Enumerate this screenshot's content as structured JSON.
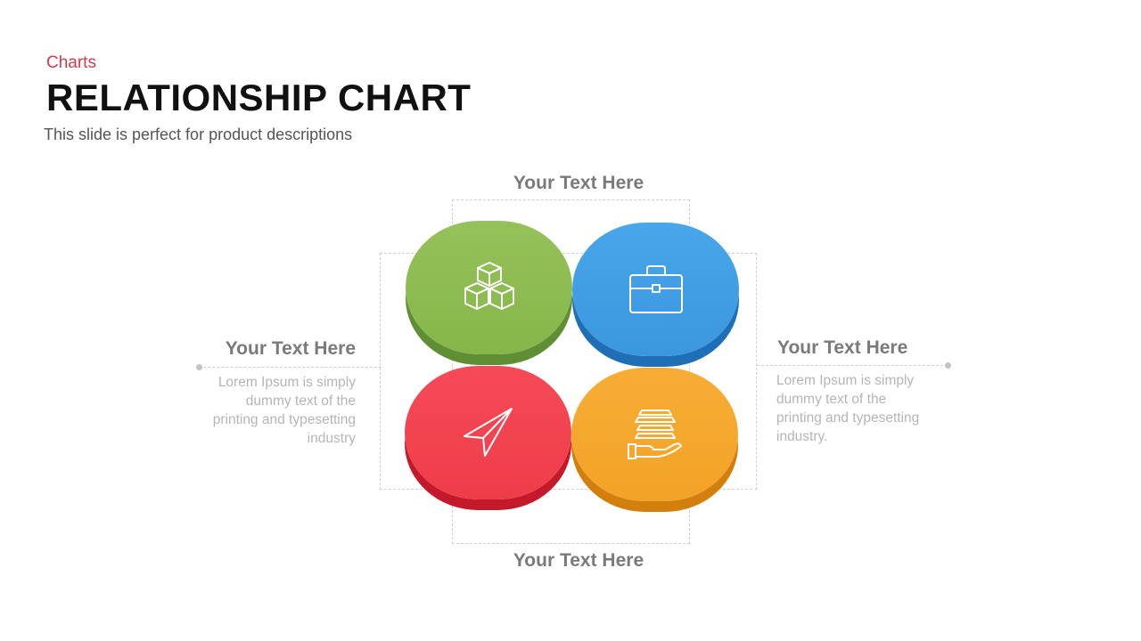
{
  "header": {
    "category": "Charts",
    "title": "RELATIONSHIP CHART",
    "subtitle": "This slide is perfect for product descriptions"
  },
  "diagram": {
    "top_heading": "Your  Text Here",
    "bottom_heading": "Your  Text Here",
    "left": {
      "heading": "Your  Text Here",
      "body": "Lorem Ipsum  is simply dummy  text of the printing and typesetting industry"
    },
    "right": {
      "heading": "Your  Text Here",
      "body": "Lorem Ipsum  is simply dummy  text of the printing and typesetting industry."
    },
    "segments": [
      {
        "position": "top-left",
        "color": "#8cbc4f",
        "icon": "cubes-icon"
      },
      {
        "position": "top-right",
        "color": "#3f9fe6",
        "icon": "briefcase-icon"
      },
      {
        "position": "bottom-left",
        "color": "#f2404e",
        "icon": "paper-plane-icon"
      },
      {
        "position": "bottom-right",
        "color": "#f4a62a",
        "icon": "hand-stack-icon"
      }
    ]
  }
}
